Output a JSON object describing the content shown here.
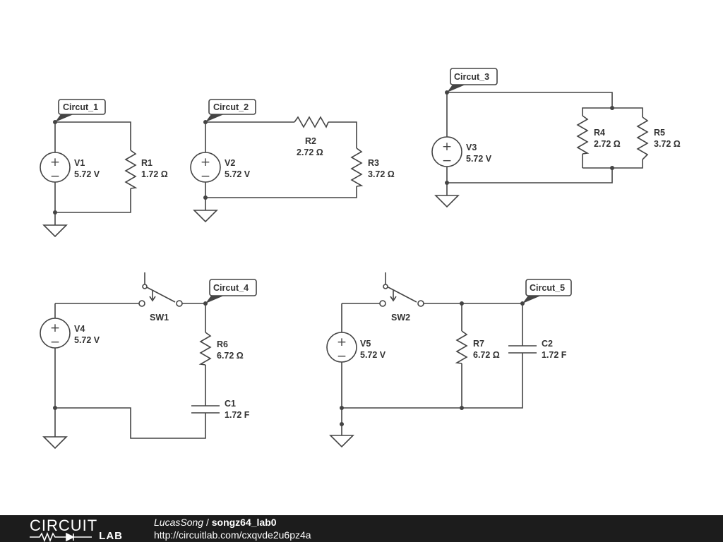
{
  "circuits": {
    "c1": {
      "flag": "Circut_1",
      "v1": {
        "name": "V1",
        "value": "5.72 V"
      },
      "r1": {
        "name": "R1",
        "value": "1.72 Ω"
      }
    },
    "c2": {
      "flag": "Circut_2",
      "v2": {
        "name": "V2",
        "value": "5.72 V"
      },
      "r2": {
        "name": "R2",
        "value": "2.72 Ω"
      },
      "r3": {
        "name": "R3",
        "value": "3.72 Ω"
      }
    },
    "c3": {
      "flag": "Circut_3",
      "v3": {
        "name": "V3",
        "value": "5.72 V"
      },
      "r4": {
        "name": "R4",
        "value": "2.72 Ω"
      },
      "r5": {
        "name": "R5",
        "value": "3.72 Ω"
      }
    },
    "c4": {
      "flag": "Circut_4",
      "v4": {
        "name": "V4",
        "value": "5.72 V"
      },
      "sw1": {
        "name": "SW1"
      },
      "r6": {
        "name": "R6",
        "value": "6.72 Ω"
      },
      "c1": {
        "name": "C1",
        "value": "1.72 F"
      }
    },
    "c5": {
      "flag": "Circut_5",
      "v5": {
        "name": "V5",
        "value": "5.72 V"
      },
      "sw2": {
        "name": "SW2"
      },
      "r7": {
        "name": "R7",
        "value": "6.72 Ω"
      },
      "c2": {
        "name": "C2",
        "value": "1.72 F"
      }
    }
  },
  "source_symbols": {
    "plus": "+",
    "minus": "−"
  },
  "footer": {
    "logo_top": "CIRCUIT",
    "logo_bottom": "LAB",
    "author": "LucasSong",
    "separator": " / ",
    "project": "songz64_lab0",
    "url": "http://circuitlab.com/cxqvde2u6pz4a"
  },
  "colors": {
    "wire": "#444444",
    "footer_bg": "#1c1c1c",
    "footer_text": "#ffffff"
  }
}
